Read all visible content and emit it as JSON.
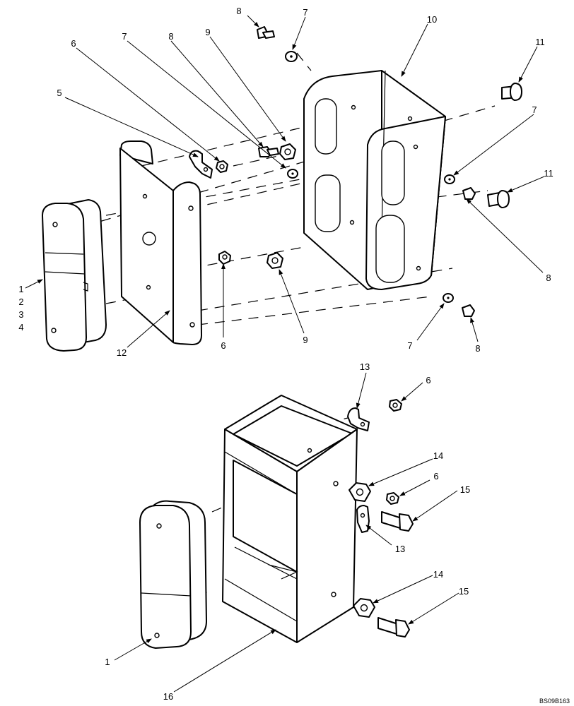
{
  "drawing_code": "BS09B163",
  "callouts": {
    "c8_top": "8",
    "c7_top": "7",
    "c10": "10",
    "c11_top": "11",
    "c7_a": "7",
    "c8_a": "8",
    "c9_a": "9",
    "c6_a": "6",
    "c5": "5",
    "c7_right": "7",
    "c11_right": "11",
    "c8_right": "8",
    "c1_top": "1",
    "c2": "2",
    "c3": "3",
    "c4": "4",
    "c12": "12",
    "c6_b": "6",
    "c9_b": "9",
    "c7_bottom": "7",
    "c8_bottom": "8",
    "c13_top": "13",
    "c6_c": "6",
    "c14_a": "14",
    "c6_d": "6",
    "c15_a": "15",
    "c13_b": "13",
    "c14_b": "14",
    "c15_b": "15",
    "c1_bottom": "1",
    "c16": "16"
  }
}
